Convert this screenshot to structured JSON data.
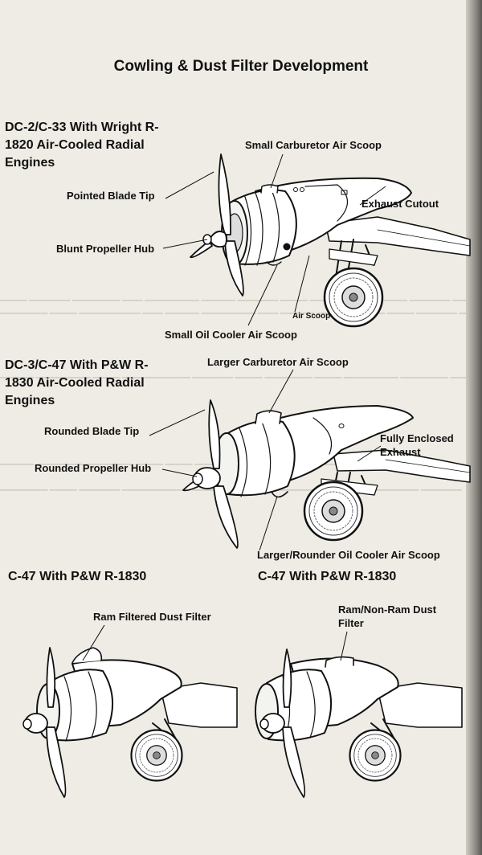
{
  "title": "Cowling & Dust Filter Development",
  "sections": {
    "dc2": {
      "heading": "DC-2/C-33 With Wright R-1820 Air-Cooled Radial Engines",
      "labels": {
        "pointed_blade_tip": "Pointed Blade Tip",
        "small_carburetor_air_scoop": "Small Carburetor Air Scoop",
        "exhaust_cutout": "Exhaust Cutout",
        "blunt_propeller_hub": "Blunt Propeller Hub",
        "air_scoop": "Air Scoop",
        "small_oil_cooler_air_scoop": "Small Oil Cooler Air Scoop"
      }
    },
    "dc3": {
      "heading": "DC-3/C-47 With P&W R-1830 Air-Cooled Radial Engines",
      "labels": {
        "larger_carburetor_air_scoop": "Larger Carburetor Air Scoop",
        "rounded_blade_tip": "Rounded Blade Tip",
        "fully_enclosed_exhaust": "Fully Enclosed Exhaust",
        "rounded_propeller_hub": "Rounded Propeller Hub",
        "larger_rounder_oil_cooler_air_scoop": "Larger/Rounder Oil Cooler Air Scoop"
      }
    },
    "c47_left": {
      "heading": "C-47 With P&W R-1830",
      "labels": {
        "ram_filtered_dust_filter": "Ram Filtered Dust Filter"
      }
    },
    "c47_right": {
      "heading": "C-47 With P&W R-1830",
      "labels": {
        "ram_non_ram_dust_filter": "Ram/Non-Ram Dust Filter"
      }
    }
  },
  "colors": {
    "paper": "#eeece4",
    "ink": "#111111",
    "shade": "#b5b2aa"
  }
}
